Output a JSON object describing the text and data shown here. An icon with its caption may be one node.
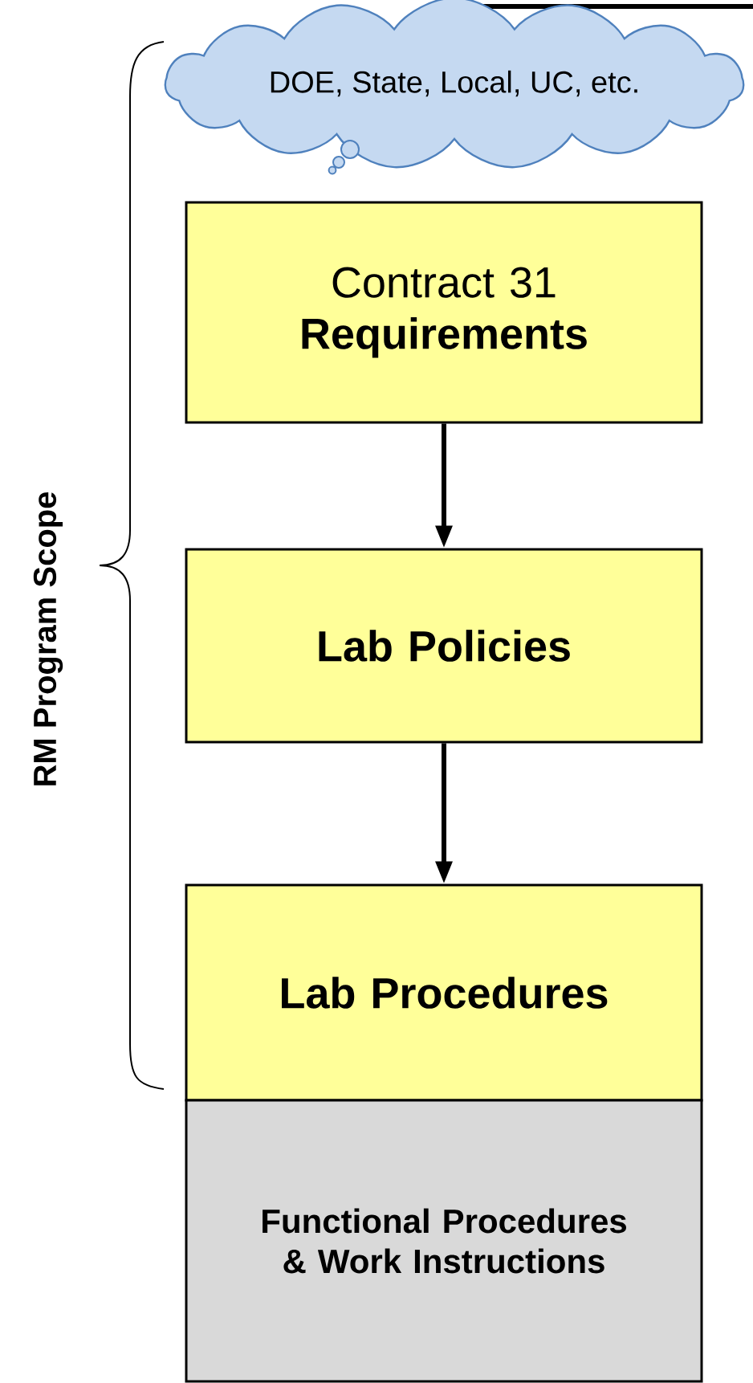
{
  "diagram": {
    "nodes": [
      {
        "text": [
          "DOE, State, Local, UC, etc."
        ]
      },
      {
        "text": [
          "Contract 31",
          "Requirements"
        ]
      },
      {
        "text": [
          "Lab Policies"
        ]
      },
      {
        "text": [
          "Lab Procedures"
        ]
      },
      {
        "text": [
          "Functional Procedures & Work Instructions"
        ]
      }
    ],
    "edges": [
      {
        "from": 1,
        "to": 2,
        "arrow": "to"
      },
      {
        "from": 2,
        "to": 3,
        "arrow": "to"
      }
    ],
    "labels": [
      "RM Program Scope"
    ]
  }
}
